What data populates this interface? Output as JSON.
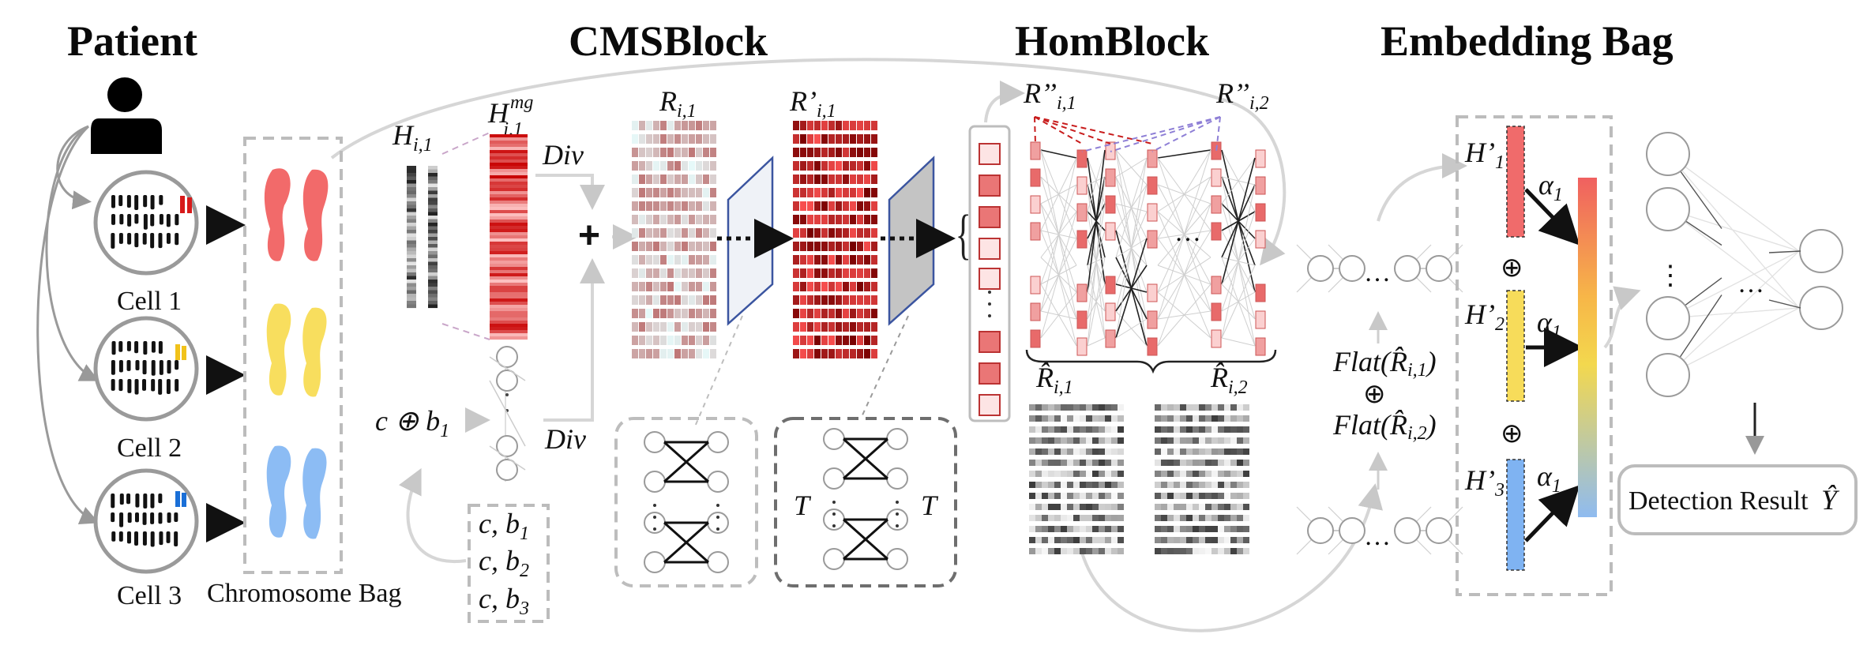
{
  "sections": {
    "patient": "Patient",
    "cmsblock": "CMSBlock",
    "homblock": "HomBlock",
    "embedding_bag": "Embedding Bag"
  },
  "cells": [
    "Cell 1",
    "Cell 2",
    "Cell 3"
  ],
  "chromosome_bag_label": "Chromosome Bag",
  "h_label": "H",
  "h_sub": "i,1",
  "hmg_sup": "mg",
  "div_label": "Div",
  "plus_symbol": "+",
  "cond_input": "c ⊕ b",
  "cond_sub": "1",
  "cond_list": [
    {
      "text": "c, b",
      "sub": "1"
    },
    {
      "text": "c, b",
      "sub": "2"
    },
    {
      "text": "c, b",
      "sub": "3"
    }
  ],
  "r_label": "R",
  "r_sub": "i,1",
  "rprime_label": "R’",
  "rprime_sub": "i,1",
  "rdouble_1": "R’’",
  "rdouble_1_sub": "i,1",
  "rdouble_2": "R’’",
  "rdouble_2_sub": "i,2",
  "rhat_1": "R̂",
  "rhat_1_sub": "i,1",
  "rhat_2": "R̂",
  "rhat_2_sub": "i,2",
  "t_label": "T",
  "ellipsis": "…",
  "flat_1": "Flat(R̂",
  "flat_1_sub": "i,1",
  "flat_2": "Flat(R̂",
  "flat_2_sub": "i,2",
  "oplus": "⊕",
  "hprime": [
    {
      "label": "H’",
      "sub": "1",
      "color": "#f06b6b"
    },
    {
      "label": "H’",
      "sub": "2",
      "color": "#f7dc5a"
    },
    {
      "label": "H’",
      "sub": "3",
      "color": "#7fb3f2"
    }
  ],
  "alpha": "α",
  "alpha_sub": "1",
  "detection_result": "Detection Result",
  "y_hat": "Ŷ",
  "colors": {
    "red": "#f26a6a",
    "yellow": "#f8de5e",
    "blue": "#8cbcf4",
    "dark_red": "#7a0d0d",
    "gray_line": "#d6d6d6"
  }
}
